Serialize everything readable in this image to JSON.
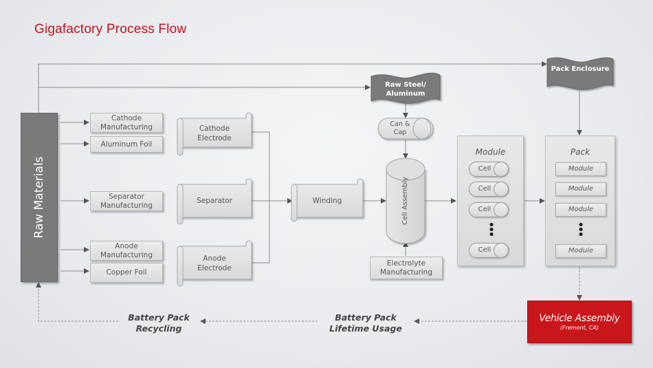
{
  "title": "Gigafactory Process Flow",
  "colors": {
    "title": "#c0141b",
    "vehicle_box": "#c8161b",
    "raw_materials": "#7a7a7a",
    "flag": "#7a7a7a"
  },
  "raw_materials": "Raw Materials",
  "inputs": {
    "cathode_mfg": "Cathode Manufacturing",
    "aluminum_foil": "Aluminum Foil",
    "separator_mfg": "Separator Manufacturing",
    "anode_mfg": "Anode Manufacturing",
    "copper_foil": "Copper Foil"
  },
  "intermediates": {
    "cathode_electrode": "Cathode Electrode",
    "separator": "Separator",
    "anode_electrode": "Anode Electrode",
    "winding": "Winding"
  },
  "flags": {
    "raw_steel": "Raw Steel/ Aluminum",
    "pack_enclosure": "Pack Enclosure"
  },
  "can_cap": "Can & Cap",
  "cell_assembly": "Cell Assembly",
  "electrolyte": "Electrolyte Manufacturing",
  "module_box": {
    "title": "Module",
    "items": [
      "Cell",
      "Cell",
      "Cell",
      "Cell"
    ]
  },
  "pack_box": {
    "title": "Pack",
    "items": [
      "Module",
      "Module",
      "Module",
      "Module"
    ]
  },
  "vehicle_assembly": {
    "title": "Vehicle Assembly",
    "location": "(Fremont, CA)"
  },
  "lifetime_usage": "Battery Pack Lifetime Usage",
  "recycling": "Battery Pack Recycling"
}
